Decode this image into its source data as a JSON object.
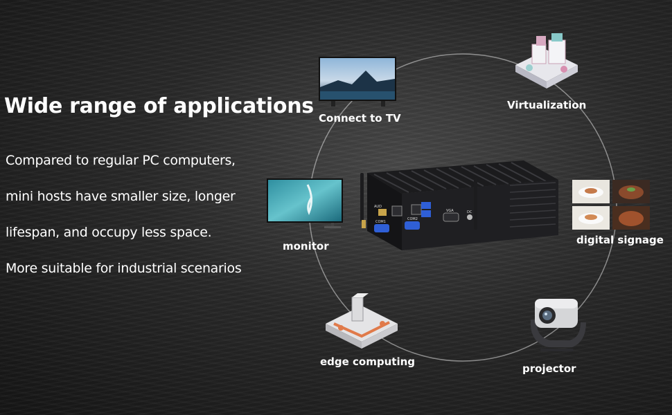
{
  "headline": "Wide range of applications",
  "description": [
    "Compared to regular PC computers,",
    "mini hosts have smaller size, longer",
    "lifespan, and occupy less space.",
    "More suitable for industrial scenarios"
  ],
  "applications": {
    "tv": "Connect to TV",
    "virtualization": "Virtualization",
    "monitor": "monitor",
    "signage": "digital signage",
    "edge": "edge computing",
    "projector": "projector"
  },
  "device": {
    "port_labels": [
      "AUD",
      "COM1",
      "COM2",
      "VGA",
      "DC"
    ]
  }
}
